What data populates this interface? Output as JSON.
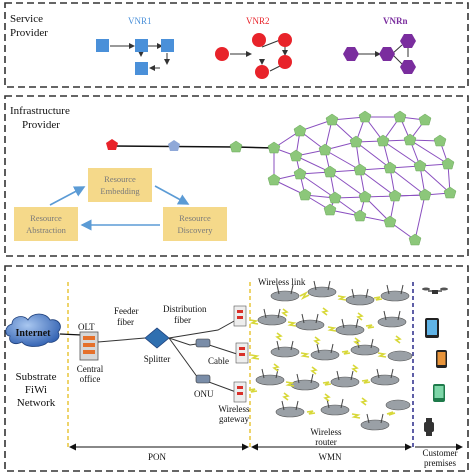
{
  "service": {
    "title_line1": "Service",
    "title_line2": "Provider",
    "vnr1": "VNR1",
    "vnr2": "VNR2",
    "vnrn": "VNRn"
  },
  "infra": {
    "title_line1": "Infrastructure",
    "title_line2": "Provider",
    "resource_embedding_line1": "Resource",
    "resource_embedding_line2": "Embedding",
    "resource_abstraction_line1": "Resource",
    "resource_abstraction_line2": "Abstraction",
    "resource_discovery_line1": "Resource",
    "resource_discovery_line2": "Discovery"
  },
  "fiwi": {
    "internet": "Internet",
    "olt": "OLT",
    "central_office_line1": "Central",
    "central_office_line2": "office",
    "feeder_fiber_line1": "Feeder",
    "feeder_fiber_line2": "fiber",
    "distribution_fiber_line1": "Distribution",
    "distribution_fiber_line2": "fiber",
    "splitter": "Splitter",
    "cable": "Cable",
    "onu": "ONU",
    "wireless_gateway_line1": "Wireless",
    "wireless_gateway_line2": "gateway",
    "wireless_link": "Wireless link",
    "wireless_router_line1": "Wireless",
    "wireless_router_line2": "router",
    "substrate_line1": "Substrate",
    "substrate_line2": "FiWi",
    "substrate_line3": "Network",
    "customer_premises_line1": "Customer",
    "customer_premises_line2": "premises",
    "pon": "PON",
    "wmn": "WMN"
  },
  "colors": {
    "vnr1": "#4a90d9",
    "vnr2": "#e8232a",
    "vnrn": "#7a2d9e",
    "substrate_node": "#8cc77a",
    "substrate_link": "#8a4fbf",
    "resource_box": "#f5d98a",
    "cycle_arrow": "#5b9bd5",
    "dashed_border": "#333333",
    "pon_divider": "#e8c53a",
    "wmn_divider": "#2a2a8a"
  }
}
